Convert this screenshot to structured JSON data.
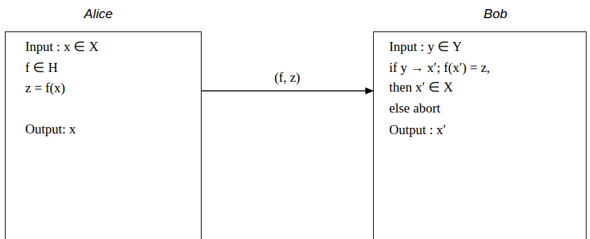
{
  "diagram": {
    "nodes": [
      {
        "text": [
          "Alice",
          "Input : x ∈ X",
          "f ∈ H",
          "z = f(x)",
          "Output: x"
        ]
      },
      {
        "text": [
          "Bob",
          "Input : y ∈ Y",
          "if y → x′; f(x′) = z,",
          "then x′ ∈ X",
          "else abort",
          "Output : x′"
        ]
      }
    ],
    "edges": [
      {
        "from": 0,
        "to": 1,
        "arrow": "to",
        "label": "(f, z)"
      }
    ]
  }
}
